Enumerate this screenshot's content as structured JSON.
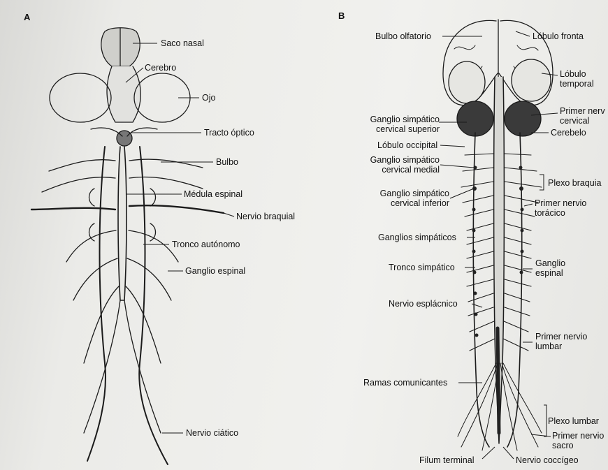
{
  "panel_a": {
    "letter": "A",
    "labels": {
      "saco_nasal": "Saco nasal",
      "cerebro": "Cerebro",
      "ojo": "Ojo",
      "tracto_optico": "Tracto óptico",
      "bulbo": "Bulbo",
      "medula_espinal": "Médula espinal",
      "nervio_braquial": "Nervio braquial",
      "tronco_autonomo": "Tronco autónomo",
      "ganglio_espinal": "Ganglio espinal",
      "nervio_ciatico": "Nervio ciático"
    }
  },
  "panel_b": {
    "letter": "B",
    "labels": {
      "bulbo_olfatorio": "Bulbo olfatorio",
      "lobulo_frontal": "Lóbulo fronta",
      "lobulo_temporal": [
        "Lóbulo",
        "temporal"
      ],
      "primer_nervio_cervical": [
        "Primer nerv",
        "cervical"
      ],
      "ganglio_simpatico_cervical_superior": [
        "Ganglio simpático",
        "cervical superior"
      ],
      "cerebelo": "Cerebelo",
      "lobulo_occipital": "Lóbulo occipital",
      "ganglio_simpatico_cervical_medial": [
        "Ganglio simpático",
        "cervical medial"
      ],
      "plexo_braquial": "Plexo braquia",
      "ganglio_simpatico_cervical_inferior": [
        "Ganglio simpático",
        "cervical inferior"
      ],
      "primer_nervio_toracico": [
        "Primer nervio",
        "torácico"
      ],
      "ganglios_simpaticos": "Ganglios simpáticos",
      "tronco_simpatico": "Tronco simpático",
      "ganglio_espinal": [
        "Ganglio",
        "espinal"
      ],
      "nervio_esplacnico": "Nervio esplácnico",
      "primer_nervio_lumbar": [
        "Primer nervio",
        "lumbar"
      ],
      "ramas_comunicantes": "Ramas comunicantes",
      "plexo_lumbar": "Plexo lumbar",
      "primer_nervio_sacro": [
        "Primer nervio",
        "sacro"
      ],
      "filum_terminal": "Filum terminal",
      "nervio_coccigeo": "Nervio coccígeo"
    }
  }
}
